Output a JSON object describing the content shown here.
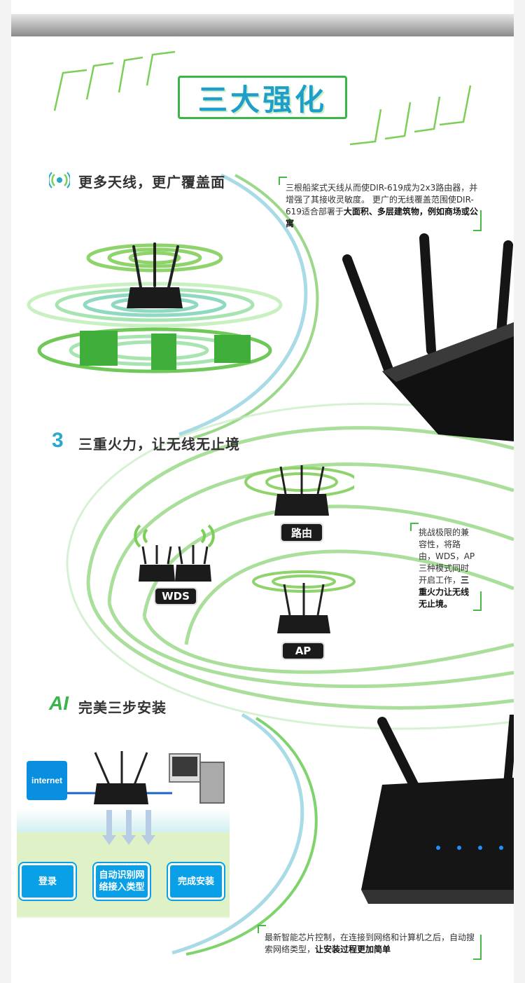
{
  "header": {
    "title": "三大强化"
  },
  "section1": {
    "title": "更多天线，更广覆盖面",
    "text_normal": "三根船桨式天线从而使DIR-619成为2x3路由器，并增强了其接收灵敏度。 更广的无线覆盖范围使DIR-619适合部署于",
    "text_bold": "大面积、多层建筑物，例如商场或公寓"
  },
  "section2": {
    "icon_text": "3",
    "title": "三重火力，让无线无止境",
    "labels": {
      "router": "路由",
      "wds": "WDS",
      "ap": "AP"
    },
    "text_normal": "挑战极限的兼容性，将路由，WDS，AP三种模式同时开启工作，",
    "text_bold": "三重火力让无线无止境。"
  },
  "section3": {
    "icon_text": "AI",
    "title": "完美三步安装",
    "internet_label": "internet",
    "steps": [
      "登录",
      "自动识别网络接入类型",
      "完成安装"
    ],
    "text_normal": "最新智能芯片控制，在连接到网络和计算机之后，自动搜索网络类型，",
    "text_bold": "让安装过程更加简单"
  },
  "colors": {
    "accent_green": "#39b54a",
    "accent_blue": "#1d9fc9",
    "step_blue": "#0aa0e8"
  }
}
